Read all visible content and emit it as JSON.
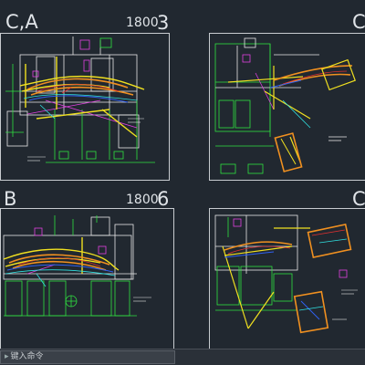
{
  "sheets": [
    {
      "id": "top-left",
      "labels": [
        {
          "text": "C,A",
          "size": "big"
        },
        {
          "text": "1800",
          "size": "mid"
        },
        {
          "text": "3",
          "size": "big"
        }
      ]
    },
    {
      "id": "top-right",
      "labels": [
        {
          "text": "C",
          "size": "big"
        }
      ]
    },
    {
      "id": "bottom-left",
      "labels": [
        {
          "text": "B",
          "size": "big"
        },
        {
          "text": "1800",
          "size": "mid"
        },
        {
          "text": "6",
          "size": "big"
        }
      ]
    },
    {
      "id": "bottom-right",
      "labels": [
        {
          "text": "C",
          "size": "big"
        }
      ]
    }
  ],
  "command_line": {
    "prompt": "键入命令",
    "icon": "command-icon"
  },
  "colors": {
    "background": "#212830",
    "frame": "#c8ccd0",
    "yellow": "#f0e020",
    "green": "#30e040",
    "magenta": "#e040e0",
    "cyan": "#30e0e0",
    "orange": "#f09020",
    "red": "#e03030",
    "blue": "#3060f0",
    "white": "#e8e8e8"
  }
}
